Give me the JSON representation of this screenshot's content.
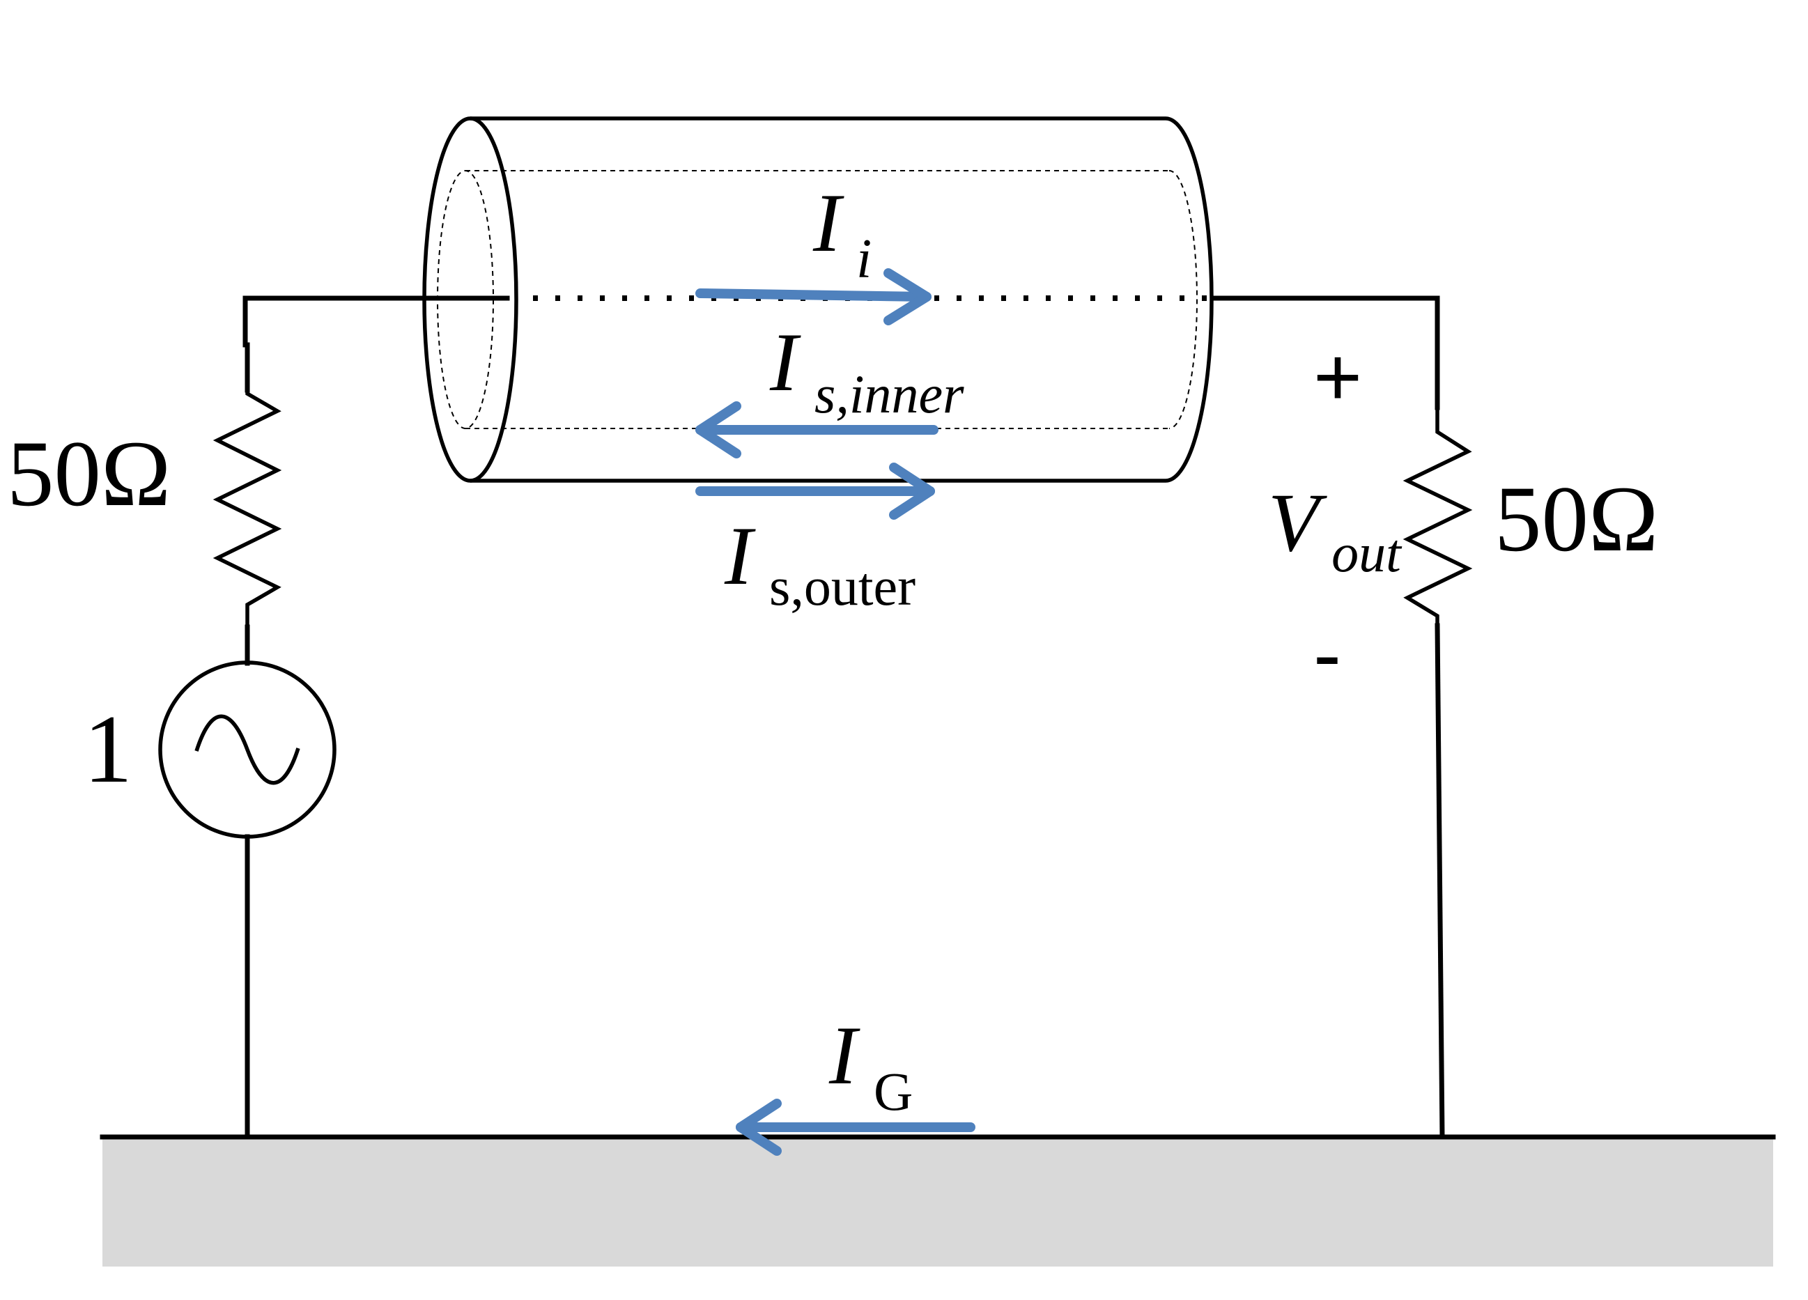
{
  "labels": {
    "left_resistor": "50Ω",
    "right_resistor": "50Ω",
    "source_value": "1",
    "current_inner_conductor": {
      "symbol": "I",
      "subscript": "i"
    },
    "current_shield_inner": {
      "symbol": "I",
      "subscript": "s,inner"
    },
    "current_shield_outer": {
      "symbol": "I",
      "subscript": "s,outer"
    },
    "current_ground": {
      "symbol": "I",
      "subscript": "G"
    },
    "output_voltage": {
      "symbol": "V",
      "subscript": "out"
    },
    "polarity_plus": "+",
    "polarity_minus": "-"
  },
  "icons": {
    "source": "ac-source-icon",
    "resistor": "resistor-zigzag-icon",
    "arrow": "current-arrow-icon"
  },
  "colors": {
    "arrow": "#4f81bd",
    "ground_plane": "#d9d9d9",
    "line": "#000000"
  }
}
